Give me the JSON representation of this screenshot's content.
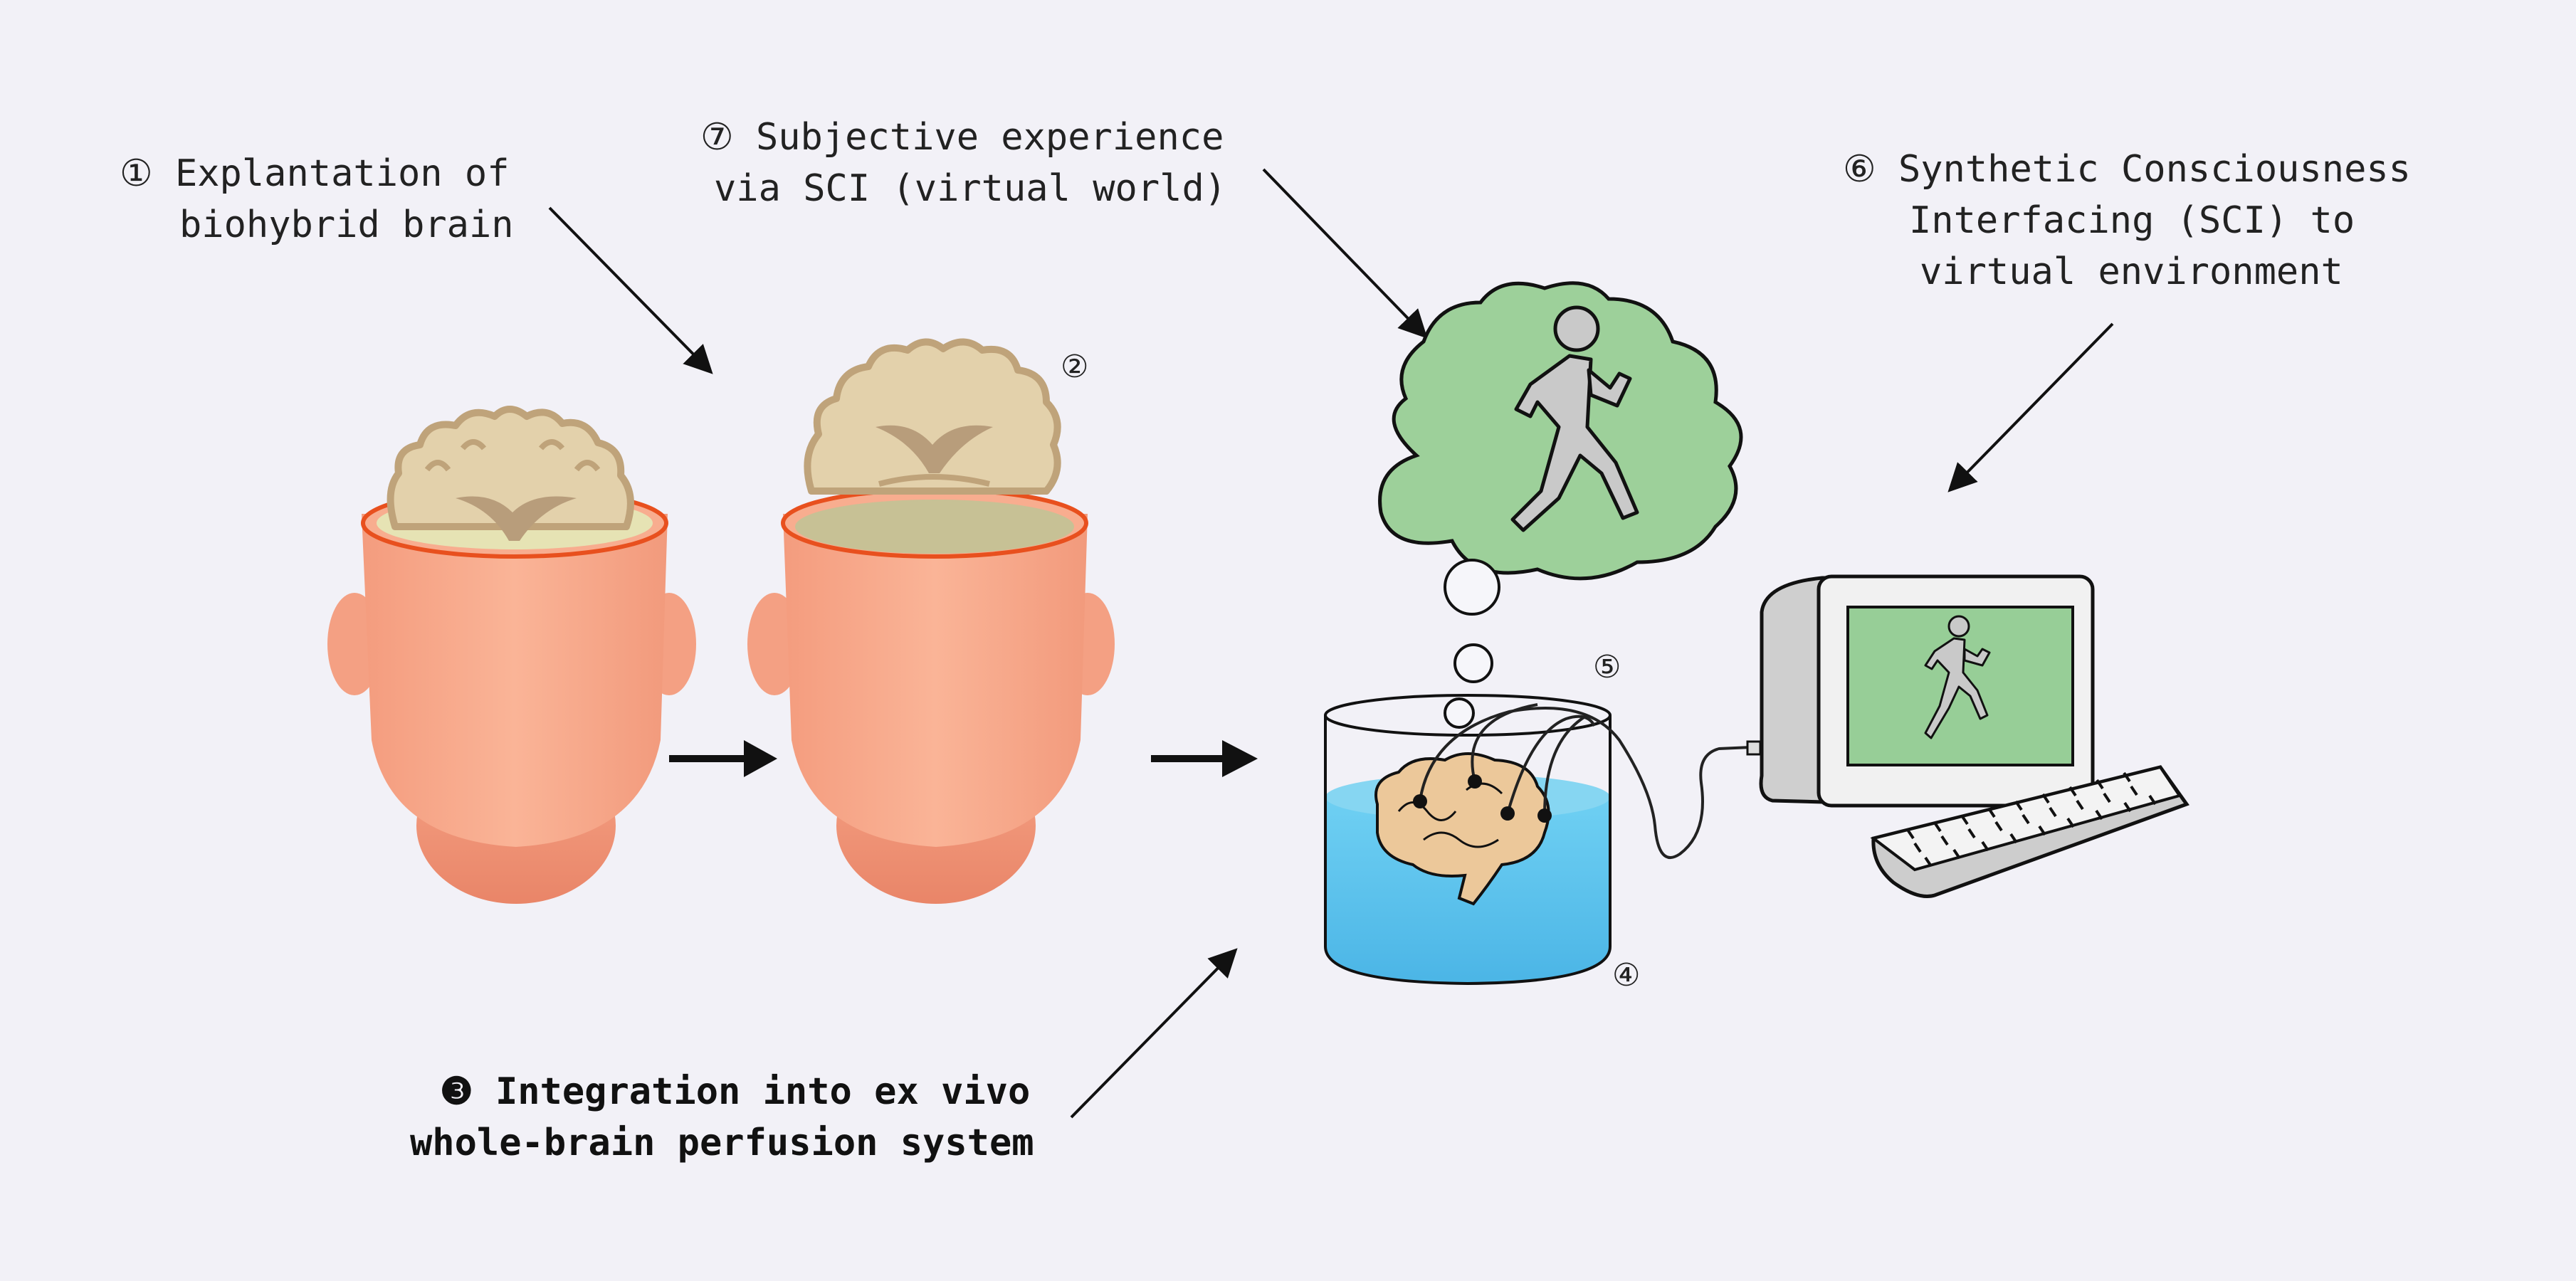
{
  "steps": {
    "explant": {
      "number": "①",
      "line1": "Explantation of",
      "line2": "biohybrid brain"
    },
    "step2": {
      "number": "②"
    },
    "integration": {
      "number": "❸",
      "line1": "Integration into ex vivo",
      "line2": "whole-brain perfusion system"
    },
    "step4": {
      "number": "④"
    },
    "step5": {
      "number": "⑤"
    },
    "sci": {
      "number": "⑥",
      "line1": "Synthetic Consciousness",
      "line2": "Interfacing (SCI) to",
      "line3": "virtual environment"
    },
    "experience": {
      "number": "⑦",
      "line1": "Subjective experience",
      "line2": "via SCI (virtual world)"
    }
  },
  "icons": [
    "head-with-brain-icon",
    "opened-head-icon",
    "brain-slice-icon",
    "perfusion-tank-icon",
    "thought-cloud-icon",
    "running-person-icon",
    "computer-icon",
    "keyboard-icon"
  ],
  "colors": {
    "background": "#f2f1f7",
    "skin": "#f8ad8f",
    "brain": "#e3d0aa",
    "fluid": "#5cc2ec",
    "cloud": "#9dd09a",
    "screen": "#97ce97"
  }
}
